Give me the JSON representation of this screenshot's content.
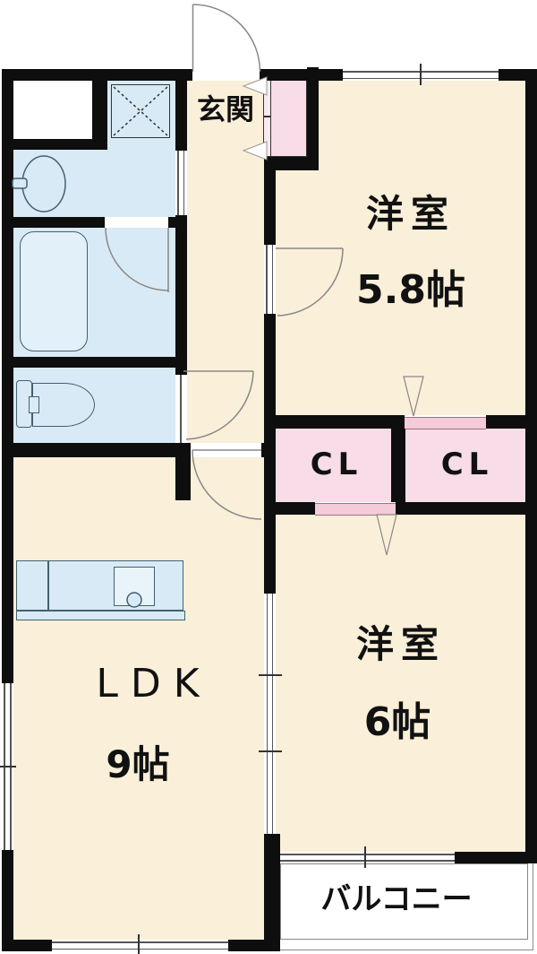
{
  "rooms": {
    "genkan": {
      "label": "玄関"
    },
    "bedroom_top": {
      "name": "洋室",
      "size": "5.8帖"
    },
    "bedroom_bottom": {
      "name": "洋室",
      "size": "6帖"
    },
    "ldk": {
      "name": "LDK",
      "size": "9帖"
    },
    "closet_left": {
      "label": "CL"
    },
    "closet_right": {
      "label": "CL"
    },
    "balcony": {
      "label": "バルコニー"
    }
  },
  "colors": {
    "room_fill": "#FAEFD9",
    "wet_area_fill": "#D8EAF5",
    "closet_fill": "#F8DCE7",
    "wall": "#0E0E0E",
    "balcony_fill": "#FFFFFF",
    "door_line": "#888888"
  }
}
